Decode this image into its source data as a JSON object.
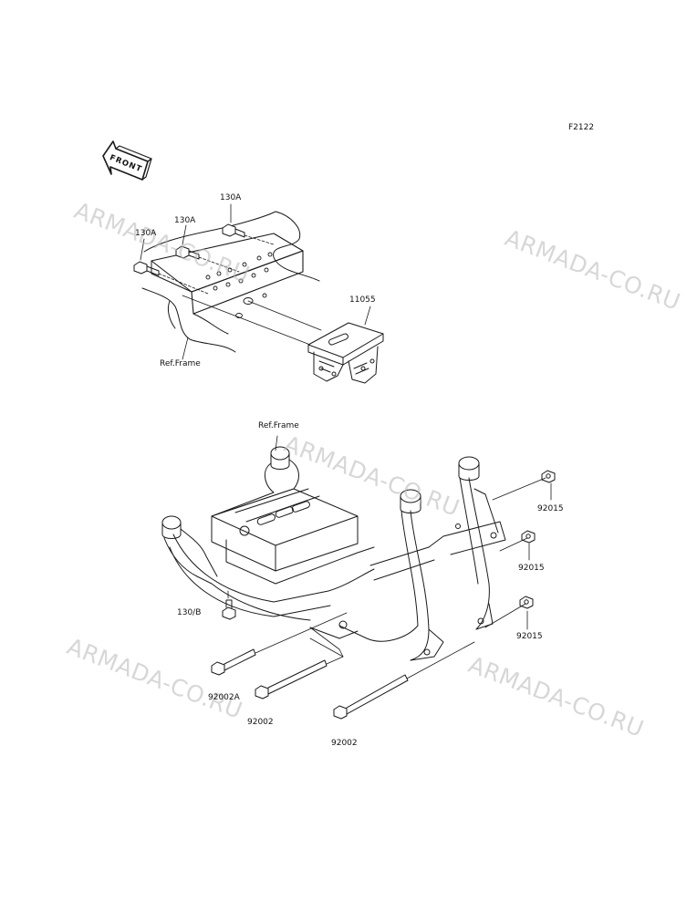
{
  "diagram_code": "F2122",
  "front_arrow_text": "FRONT",
  "watermark": "ARMADA-CO.RU",
  "labels": {
    "bolt_130a_top": "130A",
    "bolt_130a_mid": "130A",
    "bolt_130a_left": "130A",
    "part_11055": "11055",
    "ref_frame_upper": "Ref.Frame",
    "ref_frame_lower": "Ref.Frame",
    "nut_92015_a": "92015",
    "nut_92015_b": "92015",
    "nut_92015_c": "92015",
    "bolt_130b": "130/B",
    "bolt_92002a": "92002A",
    "bolt_92002_mid": "92002",
    "bolt_92002_right": "92002"
  }
}
